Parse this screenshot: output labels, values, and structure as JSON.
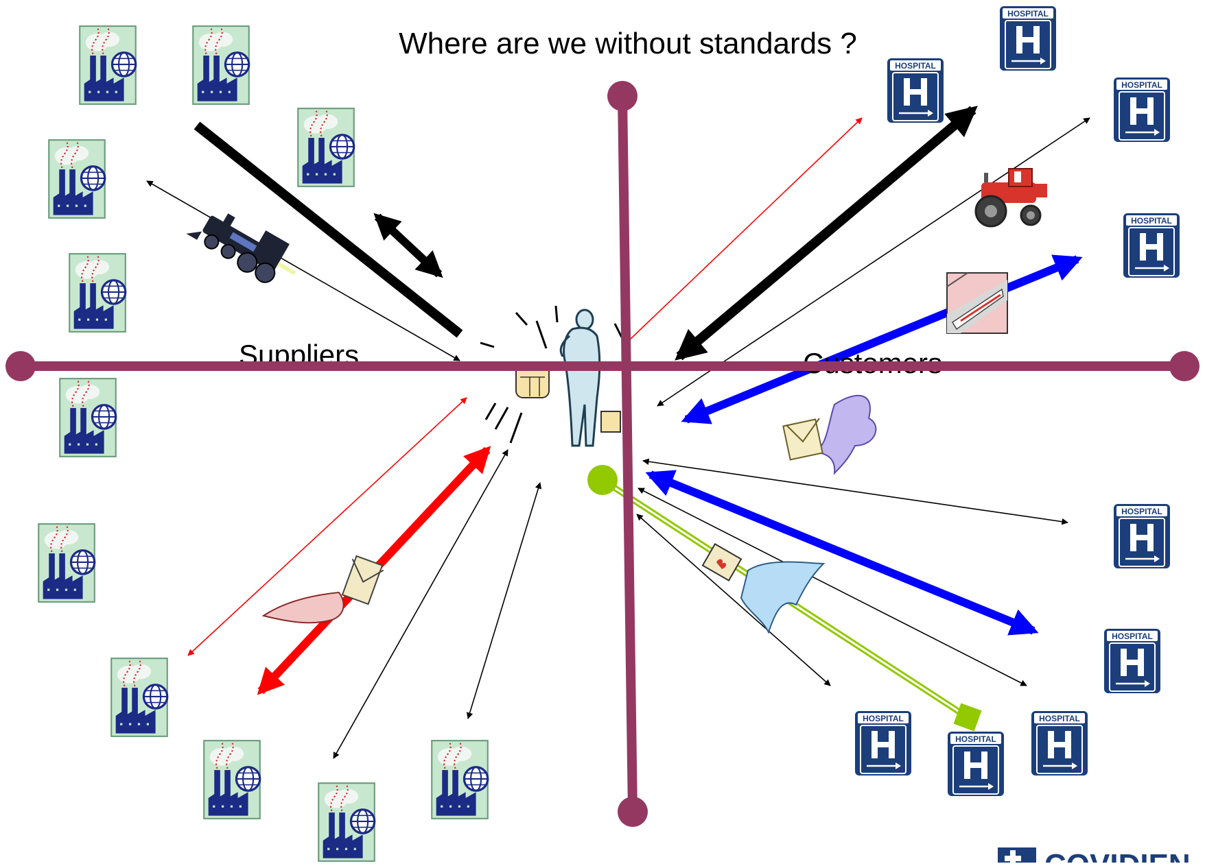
{
  "slide": {
    "title": "Where are we without standards ?",
    "left_label": "Suppliers",
    "right_label": "Customers",
    "hospital_sign_text": "HOSPITAL",
    "hospital_letter": "H",
    "logo_text": "COVIDIEN"
  },
  "colors": {
    "axis": "#943862",
    "red": "#ff0000",
    "blue": "#0000ff",
    "black": "#000000",
    "green": "#92c900",
    "hospital_blue": "#1c3e7a",
    "factory_bg": "#c7e8cf",
    "factory_building": "#1b2b86"
  },
  "icons": {
    "factory": "factory-globe-icon",
    "hospital": "hospital-sign-icon",
    "person": "businessman-phone-icon",
    "train": "steam-locomotive-icon",
    "tractor": "tractor-icon",
    "fast_train": "high-speed-train-icon",
    "bird": "carrier-bird-envelope-icon",
    "mailbox": "mailbox-icon"
  }
}
